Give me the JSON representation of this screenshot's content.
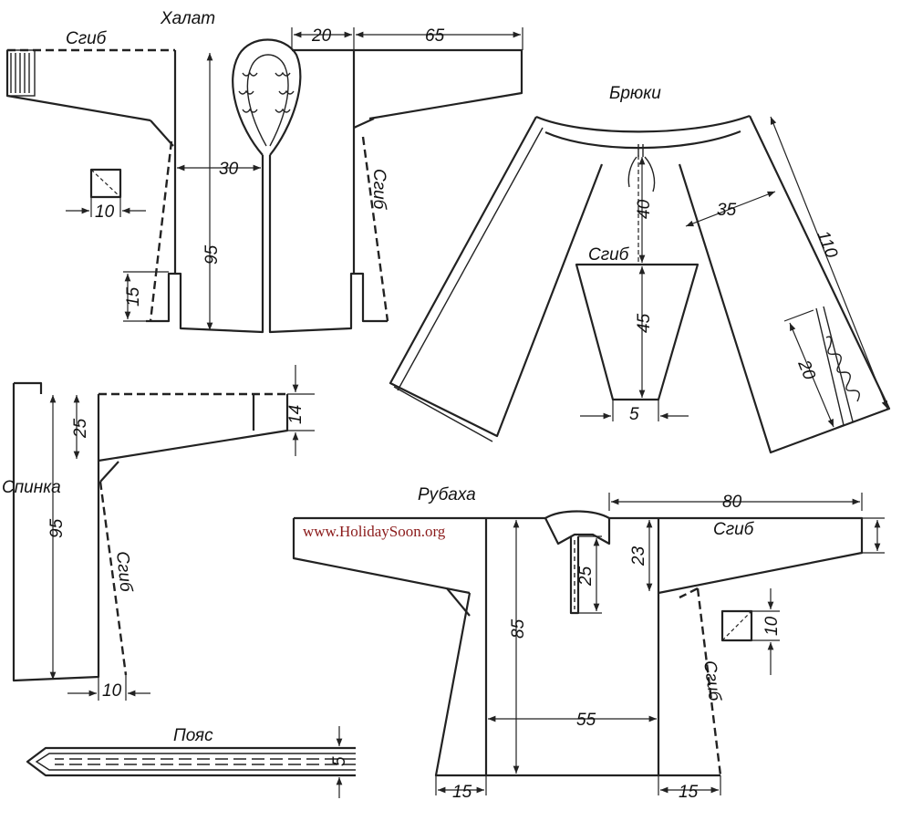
{
  "labels": {
    "halat": "Халат",
    "bryuki": "Брюки",
    "spinka": "Спинка",
    "rubaha": "Рубаха",
    "poyas": "Пояс",
    "sgib": "Сгиб"
  },
  "watermark": "www.HolidaySoon.org",
  "dimensions": {
    "halat_collar": "20",
    "halat_sleeve": "65",
    "halat_half_width": "30",
    "halat_length": "95",
    "halat_slit": "15",
    "halat_gusset": "10",
    "bryuki_rise": "40",
    "bryuki_width": "35",
    "bryuki_length": "110",
    "bryuki_inseam": "45",
    "bryuki_bottom": "5",
    "bryuki_trim": "20",
    "spinka_sleeve": "25",
    "spinka_cuff": "14",
    "spinka_length": "95",
    "spinka_gusset": "10",
    "rubaha_sleeve": "80",
    "rubaha_sleeve_width": "23",
    "rubaha_placket": "25",
    "rubaha_length": "85",
    "rubaha_width": "55",
    "rubaha_gusset": "10",
    "rubaha_flare_left": "15",
    "rubaha_flare_right": "15",
    "poyas_width": "5"
  },
  "colors": {
    "ink": "#222222",
    "watermark": "#8b1a1a"
  }
}
